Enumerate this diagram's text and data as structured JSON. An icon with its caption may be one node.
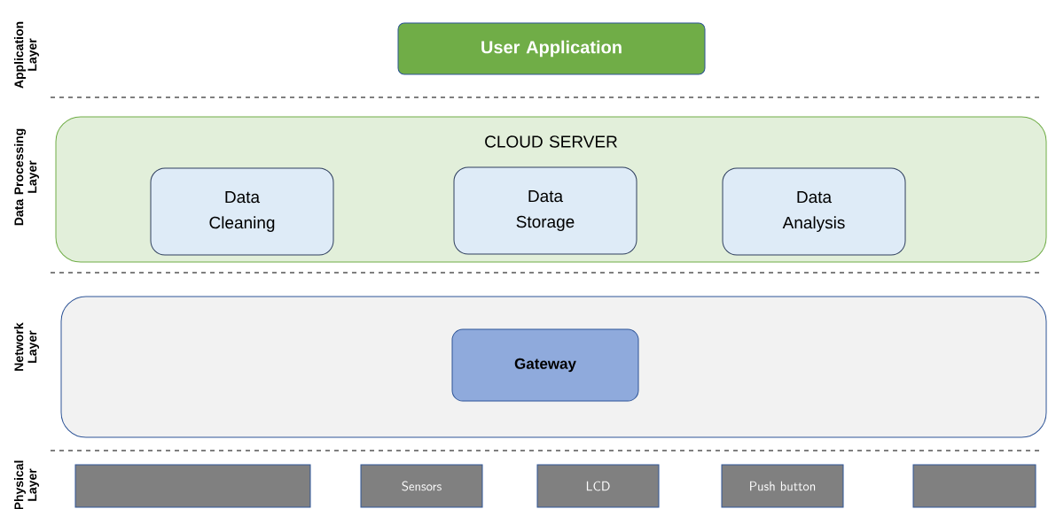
{
  "diagram": {
    "nodes": [
      {
        "text": [
          "User Application"
        ]
      },
      {
        "text": [
          "CLOUD SERVER"
        ]
      },
      {
        "text": [
          "Data Cleaning"
        ],
        "in": 1
      },
      {
        "text": [
          "Data Storage"
        ],
        "in": 1
      },
      {
        "text": [
          "Data Analysis"
        ],
        "in": 1
      },
      {
        "text": [],
        "shape": "box"
      },
      {
        "text": [
          "Gateway"
        ],
        "in": 5
      },
      {
        "text": [],
        "shape": "box"
      },
      {
        "text": [
          "Sensors"
        ]
      },
      {
        "text": [
          "LCD"
        ]
      },
      {
        "text": [
          "Push button"
        ]
      },
      {
        "text": [],
        "shape": "box"
      }
    ],
    "edges": [],
    "labels": [
      "Application Layer",
      "Data Processing Layer",
      "Network Layer",
      "Physical Layer"
    ]
  }
}
